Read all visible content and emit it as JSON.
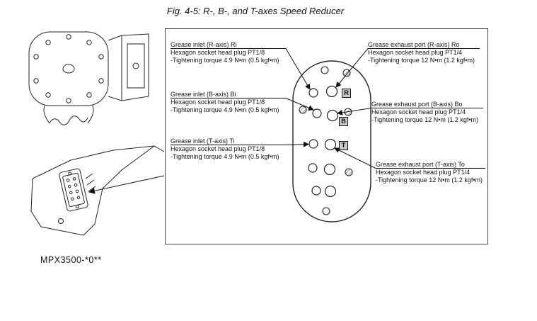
{
  "figure": {
    "title": "Fig. 4-5: R-, B-, and T-axes Speed Reducer",
    "model_label": "MPX3500-*0**"
  },
  "callouts": {
    "r_inlet": {
      "heading": "Grease inlet  (R-axis) Ri",
      "plug": "Hexagon socket head plug PT1/8",
      "torque": "-Tightening torque 4.9 N•m (0.5 kgf•m)"
    },
    "r_exhaust": {
      "heading": "Grease exhaust port  (R-axis) Ro",
      "plug": "Hexagon socket head plug PT1/4",
      "torque": "-Tightening torque 12 N•m (1.2 kgf•m)"
    },
    "b_inlet": {
      "heading": "Grease inlet  (B-axis) Bi",
      "plug": "Hexagon socket head plug PT1/8",
      "torque": "-Tightening torque 4.9 N•m (0.5 kgf•m)"
    },
    "b_exhaust": {
      "heading": "Grease exhaust port  (B-axis) Bo",
      "plug": "Hexagon socket head plug PT1/4",
      "torque": "-Tightening torque 12 N•m (1.2 kgf•m)"
    },
    "t_inlet": {
      "heading": "Grease inlet  (T-axis) Ti",
      "plug": "Hexagon socket head plug PT1/8",
      "torque": "-Tightening torque 4.9 N•m (0.5 kgf•m)"
    },
    "t_exhaust": {
      "heading": "Grease exhaust port  (T-axis) To",
      "plug": "Hexagon socket head plug PT1/4",
      "torque": "-Tightening torque 12 N•m (1.2 kgf•m)"
    }
  },
  "plate_markers": {
    "r": "R",
    "b": "B",
    "t": "T"
  },
  "colors": {
    "line": "#222222",
    "background": "#ffffff"
  }
}
